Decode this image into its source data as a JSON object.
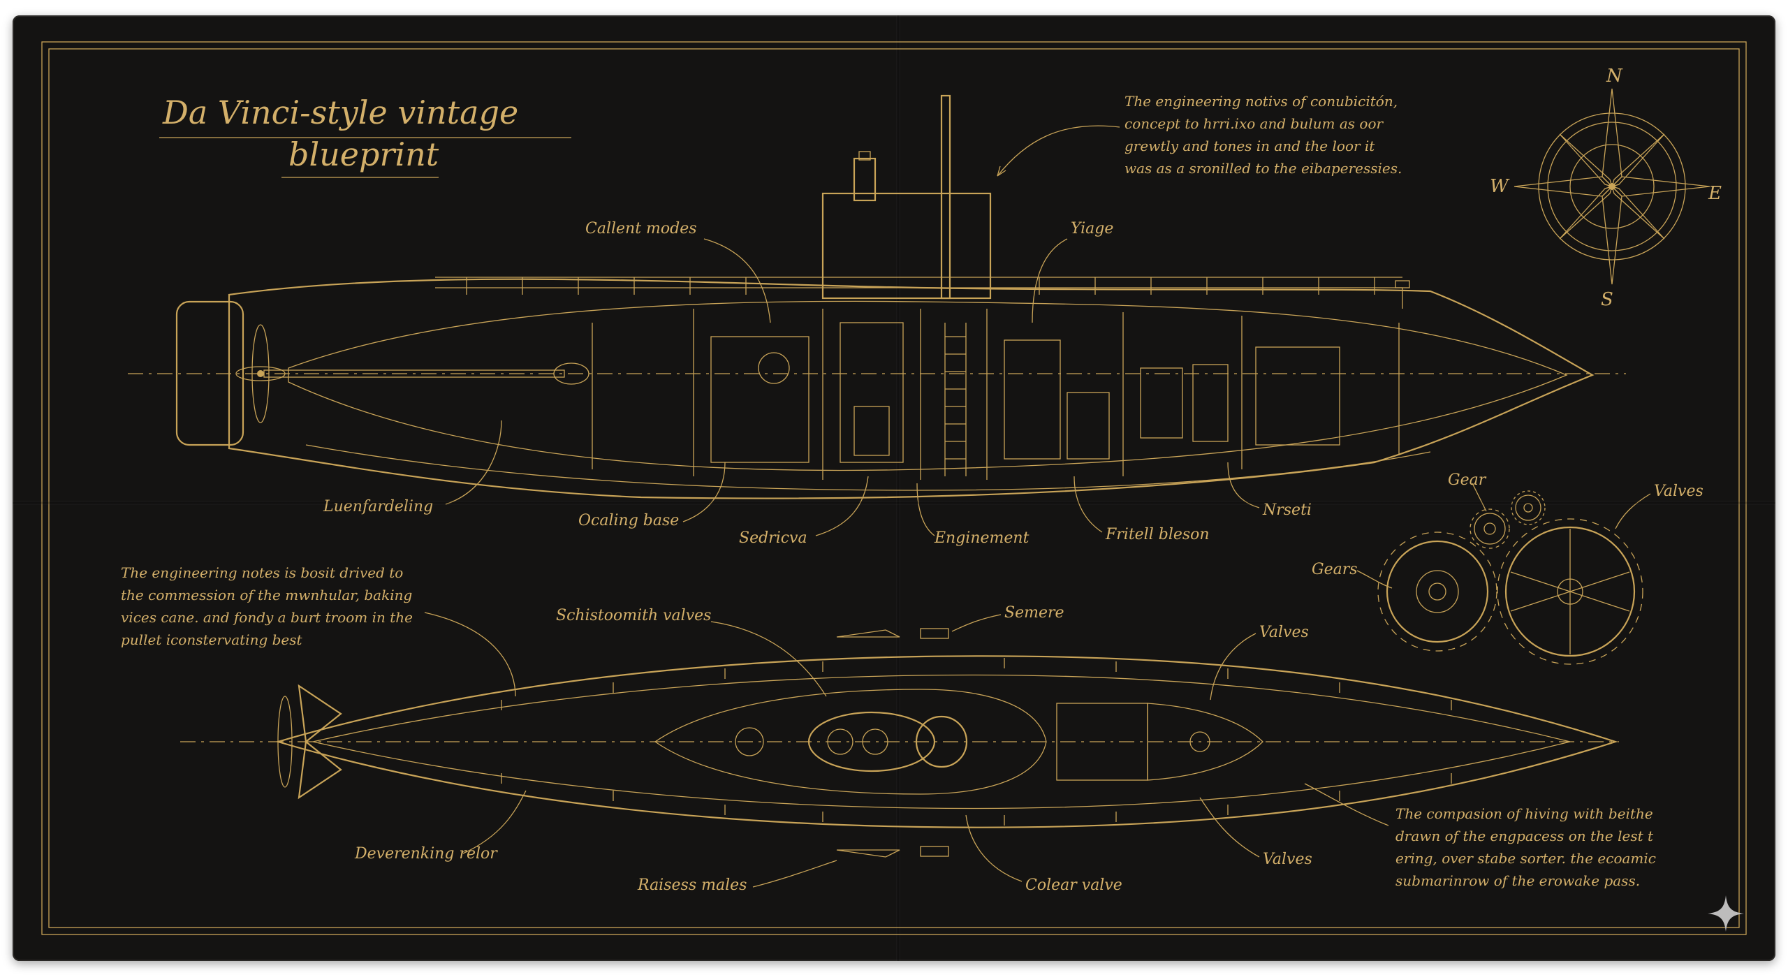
{
  "title": {
    "line1": "Da Vinci-style vintage",
    "line2": "blueprint"
  },
  "notes": {
    "top_right": [
      "The engineering notivs of conubicitón,",
      "concept to hrri.ixo and bulum as oor",
      "grewtly and tones in and the loor it",
      "was as a sronilled to the eibaperessies."
    ],
    "left": [
      "The engineering notes is bosit drived to",
      "the commession of the mwnhular, baking",
      "vices cane. and fondy a burt troom in the",
      "pullet iconstervating best"
    ],
    "bottom_right": [
      "The compasion of hiving with beithe",
      "drawn of the engpacess on the lest t",
      "ering, over stabe sorter. the ecoamic",
      "submarinrow of the erowake pass."
    ]
  },
  "labels": {
    "callent_modes": "Callent modes",
    "yiage": "Yiage",
    "luenfardeling": "Luenfardeling",
    "ocaling_base": "Ocaling base",
    "sedricva": "Sedricva",
    "enginement": "Enginement",
    "fritell_bleson": "Fritell bleson",
    "nrseti": "Nrseti",
    "gear": "Gear",
    "valves_top": "Valves",
    "gears": "Gears",
    "schistoomith_valves": "Schistoomith valves",
    "semere": "Semere",
    "valves_mid": "Valves",
    "deverenking_relor": "Deverenking relor",
    "raisess_males": "Raisess males",
    "colear_valve": "Colear valve",
    "valves_bottom": "Valves"
  },
  "compass": {
    "n": "N",
    "s": "S",
    "e": "E",
    "w": "W"
  },
  "colors": {
    "paper": "#141312",
    "ink": "#c9a458",
    "text": "#d4b06a"
  }
}
